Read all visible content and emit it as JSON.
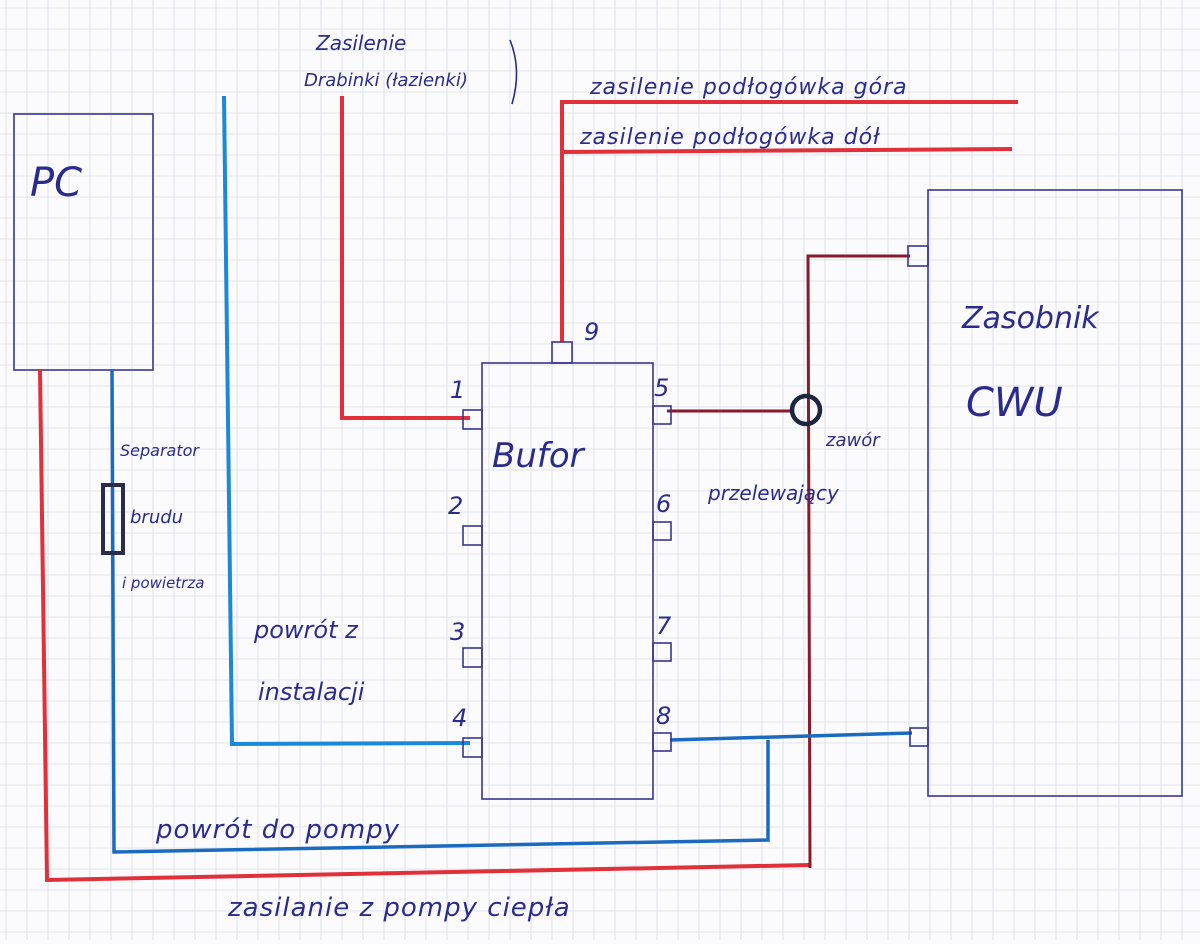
{
  "colors": {
    "paper": "#fbfbfd",
    "grid": "#d9dce6",
    "ink": "#2e2a8a",
    "supply": "#e0303a",
    "return": "#1a8ad8",
    "dark_supply": "#8a1a2a",
    "dark_return": "#1a4a90"
  },
  "boxes": {
    "pc": {
      "label": "PC"
    },
    "bufor": {
      "label": "Bufor"
    },
    "zasobnik": {
      "label1": "Zasobnik",
      "label2": "CWU"
    }
  },
  "ports": {
    "p1": "1",
    "p2": "2",
    "p3": "3",
    "p4": "4",
    "p5": "5",
    "p6": "6",
    "p7": "7",
    "p8": "8",
    "p9": "9"
  },
  "labels": {
    "drabinki_1": "Zasilenie",
    "drabinki_2": "Drabinki (łazienki)",
    "podlogowka_gora": "zasilenie podłogówka góra",
    "podlogowka_dol": "zasilenie podłogówka dół",
    "separator_1": "Separator",
    "separator_2": "brudu",
    "separator_3": "i powietrza",
    "powrot_instalacji_1": "powrót z",
    "powrot_instalacji_2": "instalacji",
    "zawor_1": "zawór",
    "zawor_2": "przelewający",
    "powrot_pompy": "powrót do pompy",
    "zasilanie_pompy": "zasilanie z pompy ciepła"
  },
  "icons": {
    "separator": "separator-cylinder-icon",
    "valve": "valve-circle-icon"
  }
}
